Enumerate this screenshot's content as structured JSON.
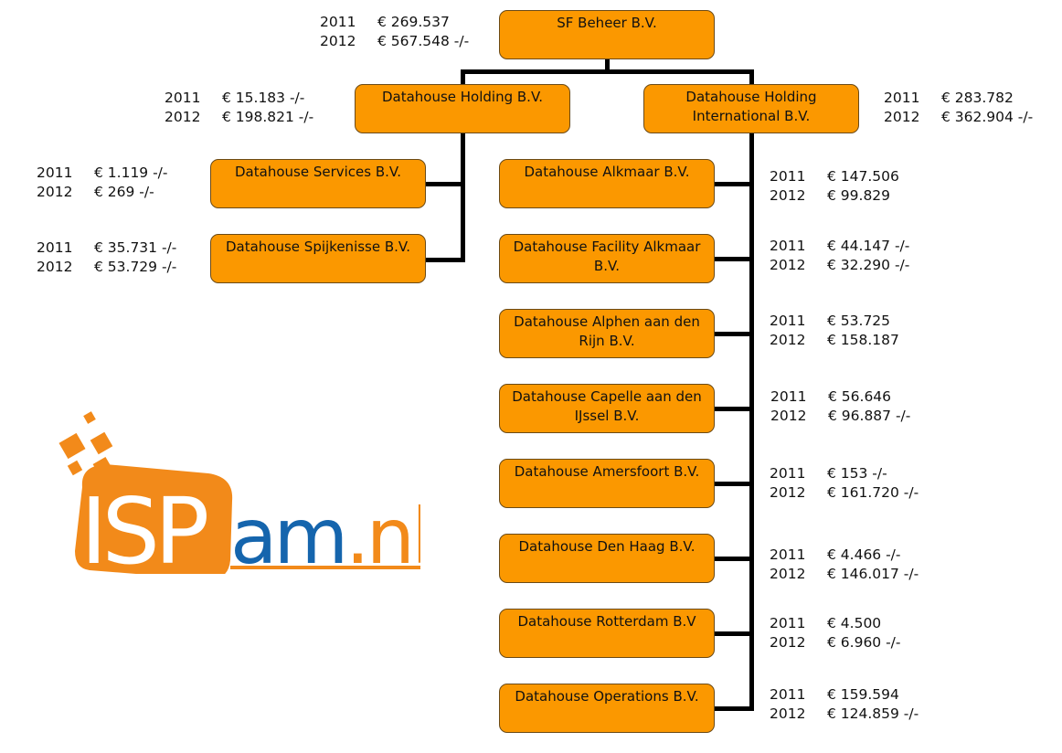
{
  "entities": [
    {
      "id": "sf-beheer",
      "name": "SF Beheer B.V.",
      "fin": [
        {
          "year": "2011",
          "value": "€ 269.537"
        },
        {
          "year": "2012",
          "value": "€ 567.548 -/-"
        }
      ]
    },
    {
      "id": "holding",
      "name": "Datahouse Holding B.V.",
      "fin": [
        {
          "year": "2011",
          "value": "€ 15.183 -/-"
        },
        {
          "year": "2012",
          "value": "€ 198.821 -/-"
        }
      ]
    },
    {
      "id": "holding-international",
      "name": "Datahouse Holding International B.V.",
      "fin": [
        {
          "year": "2011",
          "value": "€ 283.782"
        },
        {
          "year": "2012",
          "value": "€ 362.904 -/-"
        }
      ]
    },
    {
      "id": "services",
      "name": "Datahouse Services B.V.",
      "fin": [
        {
          "year": "2011",
          "value": "€ 1.119 -/-"
        },
        {
          "year": "2012",
          "value": "€ 269 -/-"
        }
      ]
    },
    {
      "id": "spijkenisse",
      "name": "Datahouse Spijkenisse B.V.",
      "fin": [
        {
          "year": "2011",
          "value": "€ 35.731 -/-"
        },
        {
          "year": "2012",
          "value": "€ 53.729 -/-"
        }
      ]
    },
    {
      "id": "alkmaar",
      "name": "Datahouse Alkmaar B.V.",
      "fin": [
        {
          "year": "2011",
          "value": "€ 147.506"
        },
        {
          "year": "2012",
          "value": "€ 99.829"
        }
      ]
    },
    {
      "id": "facility-alkmaar",
      "name": "Datahouse Facility Alkmaar B.V.",
      "fin": [
        {
          "year": "2011",
          "value": "€ 44.147 -/-"
        },
        {
          "year": "2012",
          "value": "€ 32.290 -/-"
        }
      ]
    },
    {
      "id": "alphen",
      "name": "Datahouse Alphen aan den Rijn B.V.",
      "fin": [
        {
          "year": "2011",
          "value": "€ 53.725"
        },
        {
          "year": "2012",
          "value": "€ 158.187"
        }
      ]
    },
    {
      "id": "capelle",
      "name": "Datahouse Capelle aan den IJssel B.V.",
      "fin": [
        {
          "year": "2011",
          "value": "€ 56.646"
        },
        {
          "year": "2012",
          "value": "€ 96.887 -/-"
        }
      ]
    },
    {
      "id": "amersfoort",
      "name": "Datahouse Amersfoort B.V.",
      "fin": [
        {
          "year": "2011",
          "value": "€ 153 -/-"
        },
        {
          "year": "2012",
          "value": "€ 161.720 -/-"
        }
      ]
    },
    {
      "id": "den-haag",
      "name": "Datahouse Den Haag B.V.",
      "fin": [
        {
          "year": "2011",
          "value": "€ 4.466 -/-"
        },
        {
          "year": "2012",
          "value": "€ 146.017 -/-"
        }
      ]
    },
    {
      "id": "rotterdam",
      "name": "Datahouse Rotterdam B.V",
      "fin": [
        {
          "year": "2011",
          "value": "€ 4.500"
        },
        {
          "year": "2012",
          "value": "€ 6.960 -/-"
        }
      ]
    },
    {
      "id": "operations",
      "name": "Datahouse Operations B.V.",
      "fin": [
        {
          "year": "2011",
          "value": "€ 159.594"
        },
        {
          "year": "2012",
          "value": "€ 124.859 -/-"
        }
      ]
    }
  ],
  "logo": {
    "text": "ISPam.nl",
    "colors": {
      "orange": "#f28a1a",
      "blue": "#1565ad"
    }
  },
  "colors": {
    "box_fill": "#fb9800",
    "box_border": "#6b4a16",
    "connector": "#000000"
  }
}
